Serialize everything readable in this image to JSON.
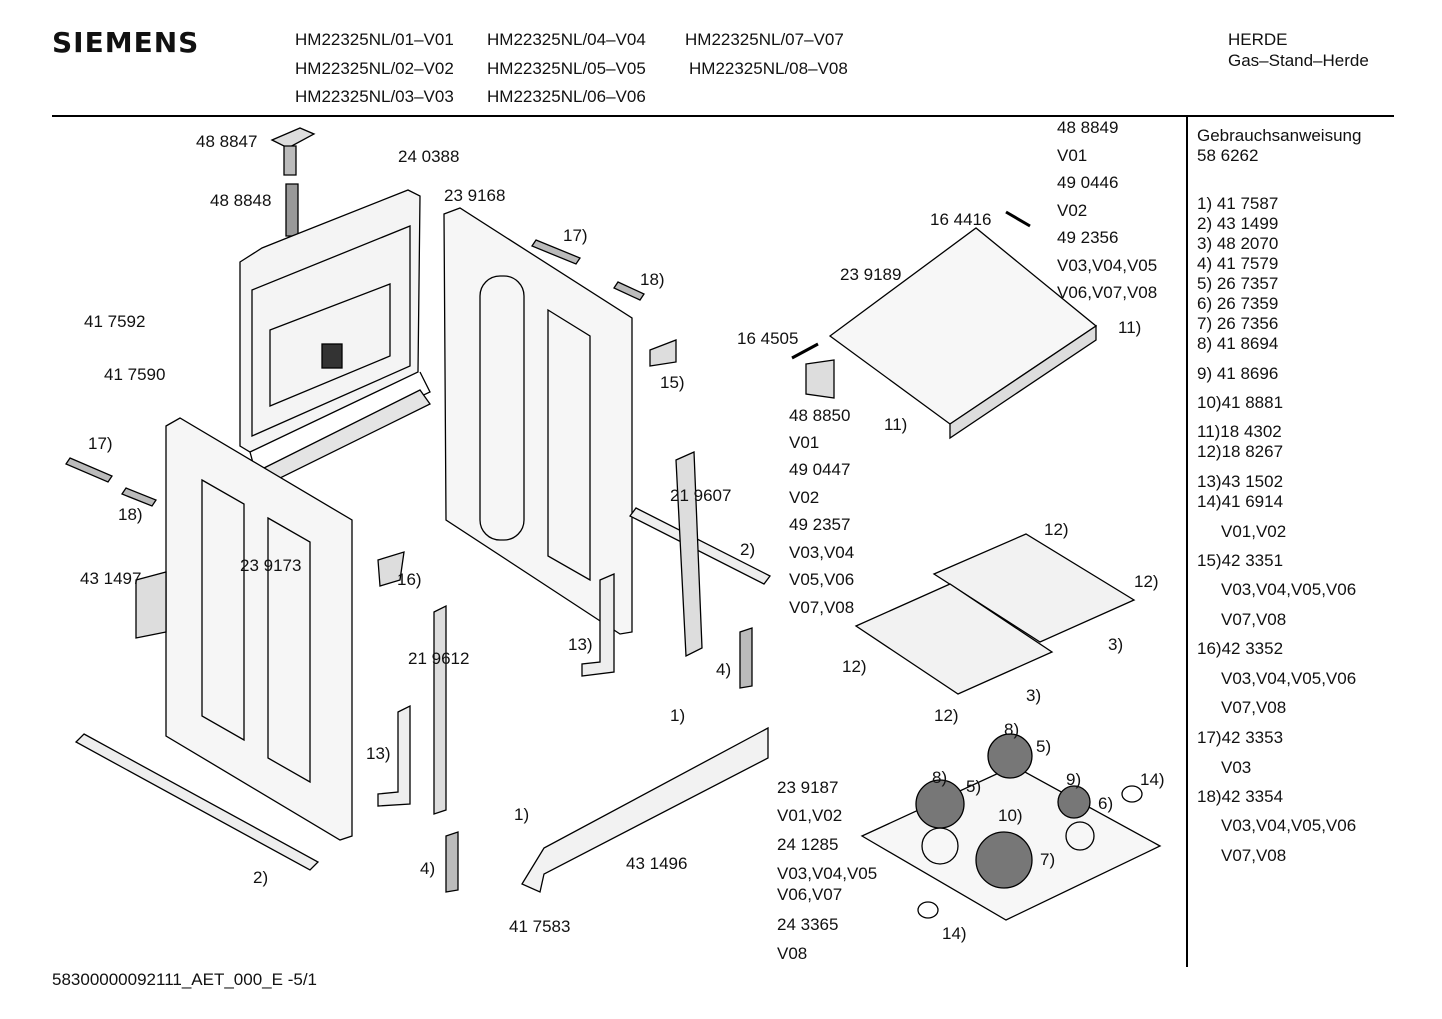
{
  "header": {
    "brand": "SIEMENS",
    "models": [
      "HM22325NL/01–V01",
      "HM22325NL/04–V04",
      "HM22325NL/07–V07",
      "HM22325NL/02–V02",
      "HM22325NL/05–V05",
      "HM22325NL/08–V08",
      "HM22325NL/03–V03",
      "HM22325NL/06–V06"
    ],
    "category": "HERDE",
    "subcategory": "Gas–Stand–Herde"
  },
  "labels": [
    "48 8847",
    "24 0388",
    "48 8848",
    "23 9168",
    "17)",
    "18)",
    "41 7592",
    "41 7590",
    "15)",
    "17)",
    "18)",
    "43 1497",
    "23 9173",
    "16)",
    "21 9607",
    "2)",
    "13)",
    "4)",
    "21 9612",
    "13)",
    "1)",
    "1)",
    "4)",
    "2)",
    "43 1496",
    "41 7583",
    "48 8849",
    "V01",
    "49 0446",
    "V02",
    "49 2356",
    "V03,V04,V05",
    "V06,V07,V08",
    "16 4416",
    "23 9189",
    "11)",
    "16 4505",
    "48 8850",
    "11)",
    "V01",
    "49 0447",
    "V02",
    "49 2357",
    "V03,V04",
    "V05,V06",
    "V07,V08",
    "12)",
    "12)",
    "3)",
    "12)",
    "3)",
    "12)",
    "8)",
    "5)",
    "8)",
    "5)",
    "9)",
    "6)",
    "14)",
    "10)",
    "7)",
    "14)",
    "23 9187",
    "V01,V02",
    "24 1285",
    "V03,V04,V05",
    "V06,V07",
    "24 3365",
    "V08"
  ],
  "sidebar": {
    "manual_title": "Gebrauchsanweisung",
    "manual_number": "58 6262",
    "items": [
      "1) 41 7587",
      "2) 43 1499",
      "3) 48 2070",
      "4) 41 7579",
      "5) 26 7357",
      "6) 26 7359",
      "7) 26 7356",
      "8) 41 8694",
      "9) 41 8696",
      "10)41 8881",
      "11)18 4302",
      "12)18 8267",
      "13)43 1502",
      "14)41 6914",
      "V01,V02",
      "15)42 3351",
      "V03,V04,V05,V06",
      "V07,V08",
      "16)42 3352",
      "V03,V04,V05,V06",
      "V07,V08",
      "17)42 3353",
      "V03",
      "18)42 3354",
      "V03,V04,V05,V06",
      "V07,V08"
    ]
  },
  "footer": {
    "doc_code": "58300000092111_AET_000_E",
    "page": "-5/1"
  }
}
